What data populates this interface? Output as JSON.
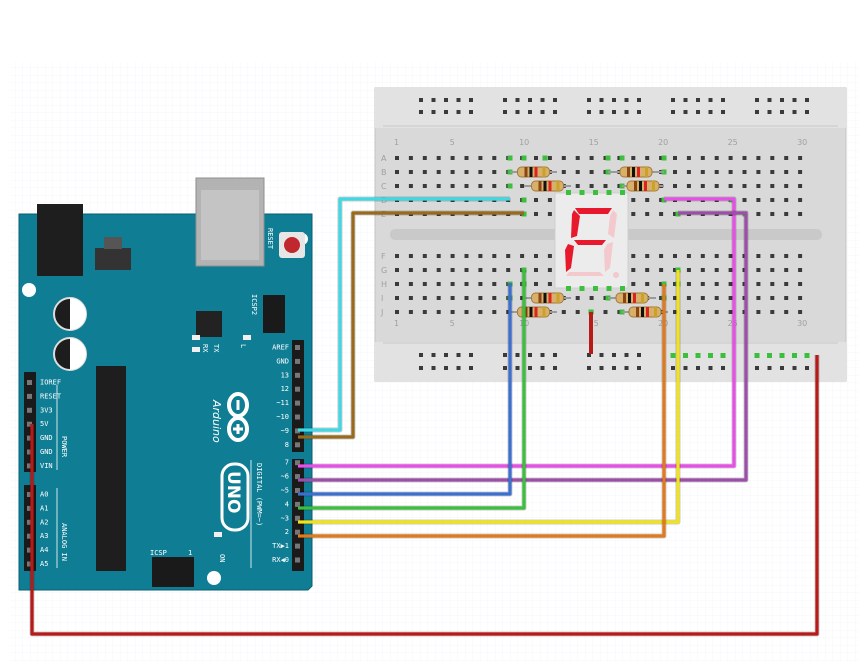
{
  "arduino": {
    "brand": "Arduino",
    "model": "UNO",
    "reset_label": "RESET",
    "icsp2_label": "ICSP2",
    "icsp_label": "ICSP",
    "tx_label": "TX",
    "rx_label": "RX",
    "l_label": "L",
    "on_label": "ON",
    "digital_header": "DIGITAL (PWM=~)",
    "power_header": "POWER",
    "analog_header": "ANALOG IN",
    "icsp_one": "1",
    "digital_pins": [
      "AREF",
      "GND",
      "13",
      "12",
      "~11",
      "~10",
      "~9",
      "8",
      "7",
      "~6",
      "~5",
      "4",
      "~3",
      "2",
      "TX▶1",
      "RX◀0"
    ],
    "power_pins": [
      "IOREF",
      "RESET",
      "3V3",
      "5V",
      "GND",
      "GND",
      "VIN"
    ],
    "analog_pins": [
      "A0",
      "A1",
      "A2",
      "A3",
      "A4",
      "A5"
    ]
  },
  "breadboard": {
    "column_numbers": [
      "1",
      "5",
      "10",
      "15",
      "20",
      "25",
      "30"
    ],
    "row_letters_top": [
      "A",
      "B",
      "C",
      "D",
      "E"
    ],
    "row_letters_bottom": [
      "F",
      "G",
      "H",
      "I",
      "J"
    ]
  },
  "display": {
    "glyph": "F"
  },
  "colors": {
    "board": "#0f7e95",
    "led_on": "#e8192c",
    "wire_cyan": "#3fd9e6",
    "wire_brown": "#9a6a1c",
    "wire_magenta": "#e84ee8",
    "wire_purple": "#9b4fa8",
    "wire_blue": "#3c6fd0",
    "wire_green": "#3cbf3c",
    "wire_yellow": "#f2e21a",
    "wire_orange": "#e07a1c",
    "wire_red": "#b81a1a"
  }
}
